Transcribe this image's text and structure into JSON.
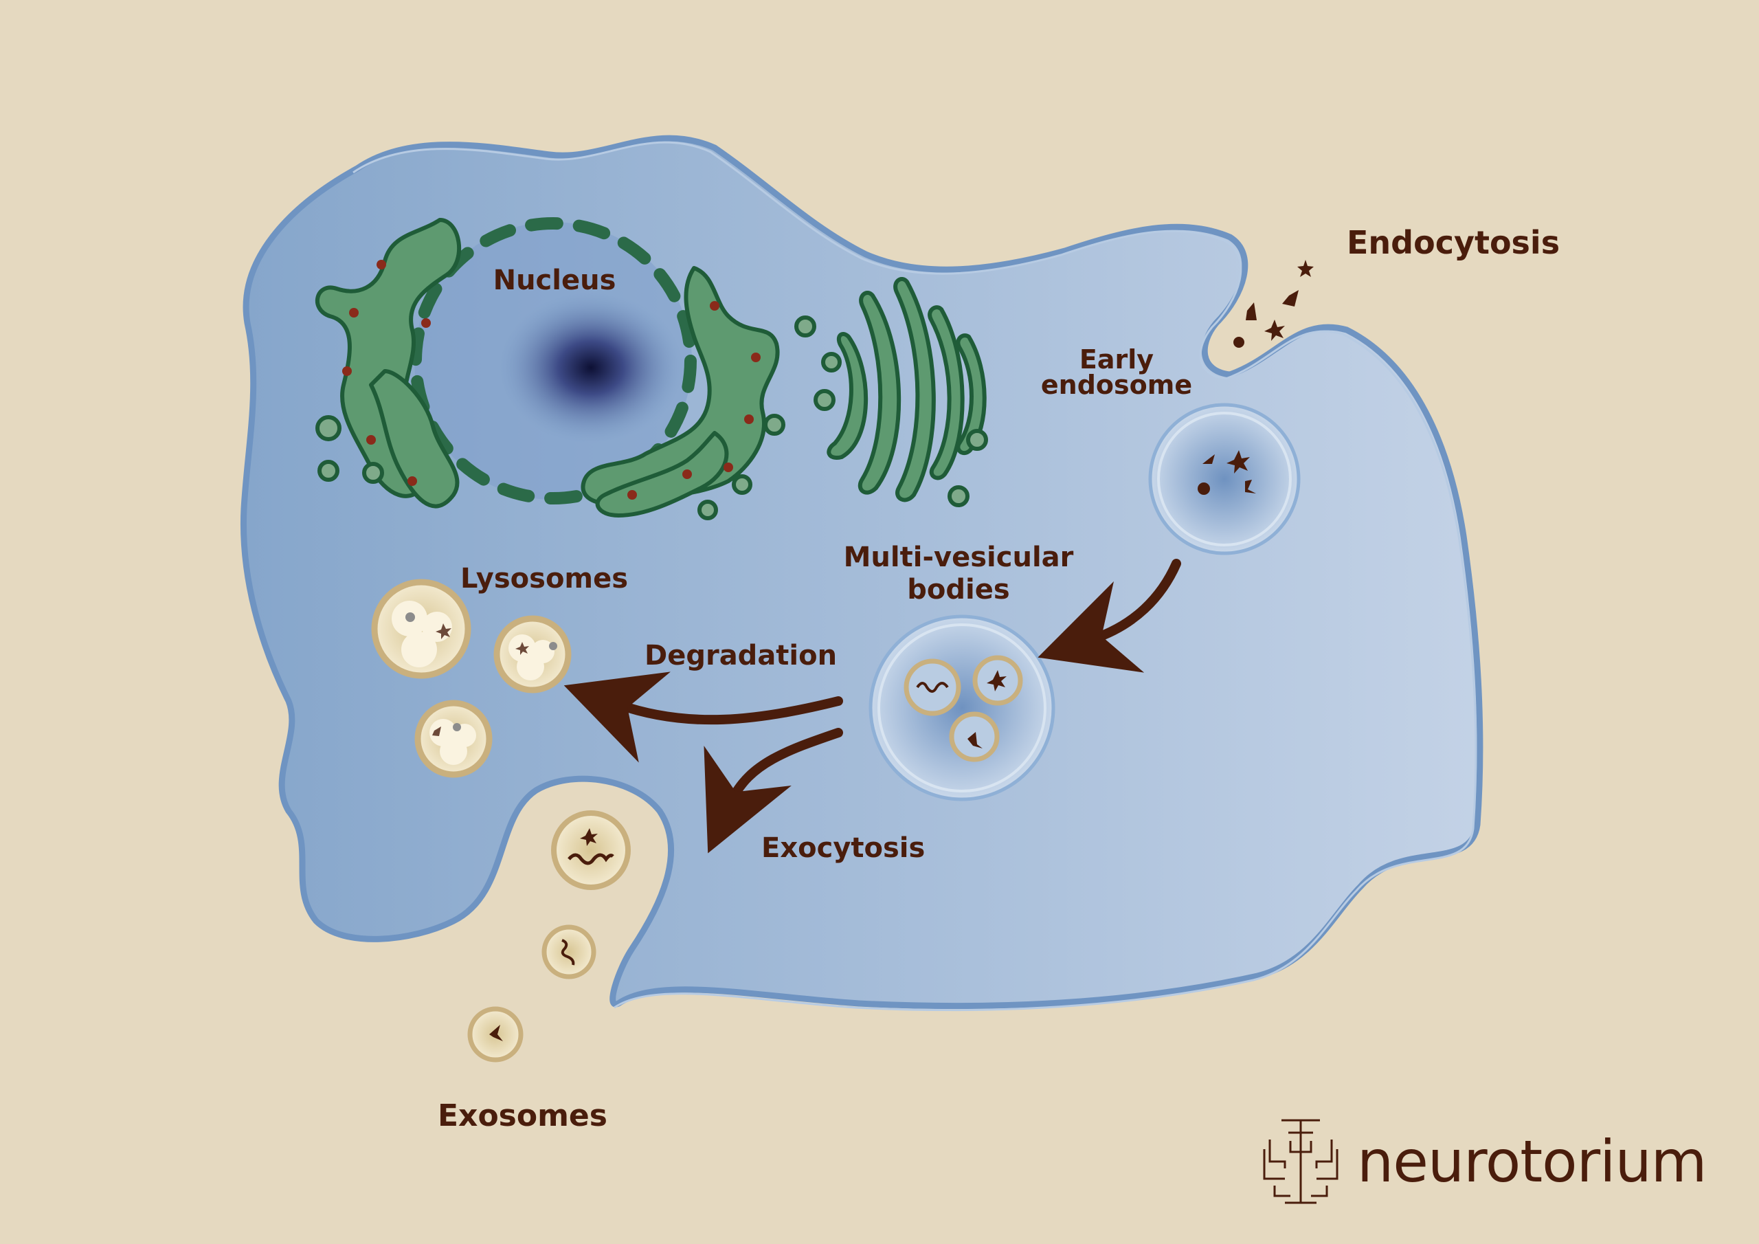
{
  "labels": {
    "nucleus": "Nucleus",
    "endocytosis": "Endocytosis",
    "early_endosome": [
      "Early",
      "endosome"
    ],
    "multivesicular_bodies": [
      "Multi-vesicular",
      "bodies"
    ],
    "lysosomes": "Lysosomes",
    "degradation": "Degradation",
    "exocytosis": "Exocytosis",
    "exosomes": "Exosomes"
  },
  "brand": {
    "name": "neurotorium",
    "icon": "tree-logo-icon"
  },
  "colors": {
    "background": "#e5d9c0",
    "cell_fill": "#9fb6d2",
    "cell_border": "#6f94c2",
    "organelle_green": "#5e9a70",
    "organelle_outline": "#1f5c38",
    "vesicle_gold": "#c9b07e",
    "text": "#4a1d0c"
  }
}
